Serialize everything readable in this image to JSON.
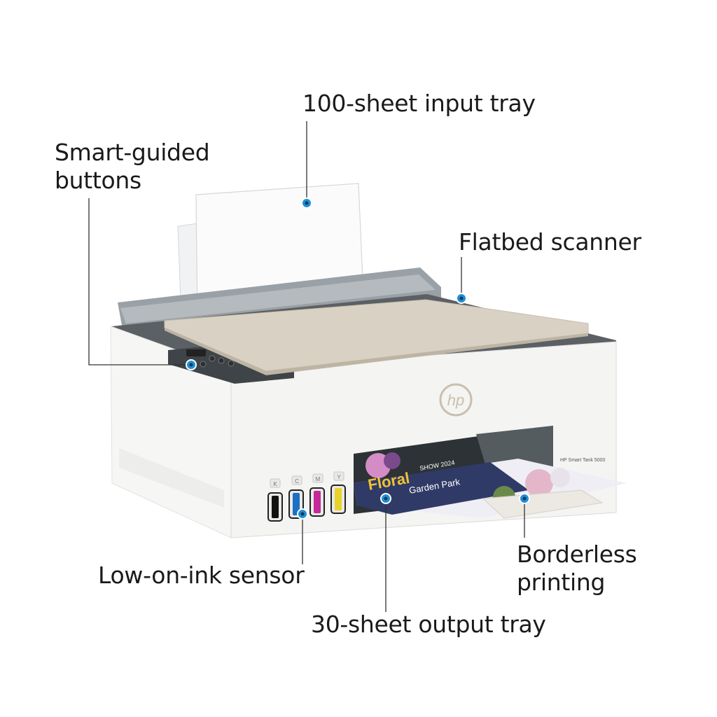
{
  "callouts": {
    "input_tray": "100-sheet input tray",
    "smart_buttons_line1": "Smart-guided",
    "smart_buttons_line2": "buttons",
    "flatbed": "Flatbed scanner",
    "ink_sensor": "Low-on-ink sensor",
    "borderless_line1": "Borderless",
    "borderless_line2": "printing",
    "output_tray": "30-sheet output tray"
  },
  "printer": {
    "brand_logo": "hp",
    "model_label": "HP Smart Tank 5000",
    "ink_tanks": [
      "K",
      "C",
      "M",
      "Y"
    ]
  },
  "printout": {
    "headline": "Floral",
    "subhead": "Garden Park",
    "badge": "SHOW 2024"
  },
  "colors": {
    "callout_dot": "#1f8fd6",
    "callout_line": "#333333",
    "printer_body": "#f4f4f2",
    "scanner_lid": "#d8d0c2",
    "dark_trim": "#545a5e"
  }
}
